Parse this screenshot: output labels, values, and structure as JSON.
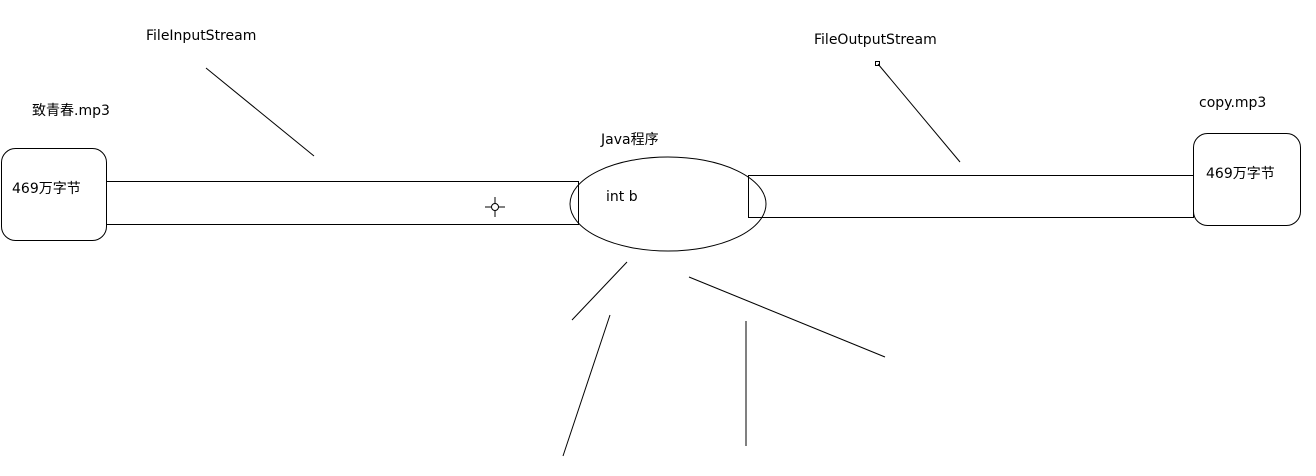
{
  "labels": {
    "input_stream": "FileInputStream",
    "output_stream": "FileOutputStream",
    "source_file": "致青春.mp3",
    "target_file": "copy.mp3",
    "program": "Java程序",
    "variable": "int b",
    "source_size": "469万字节",
    "target_size": "469万字节"
  },
  "colors": {
    "stroke": "#000000",
    "background": "#ffffff"
  }
}
